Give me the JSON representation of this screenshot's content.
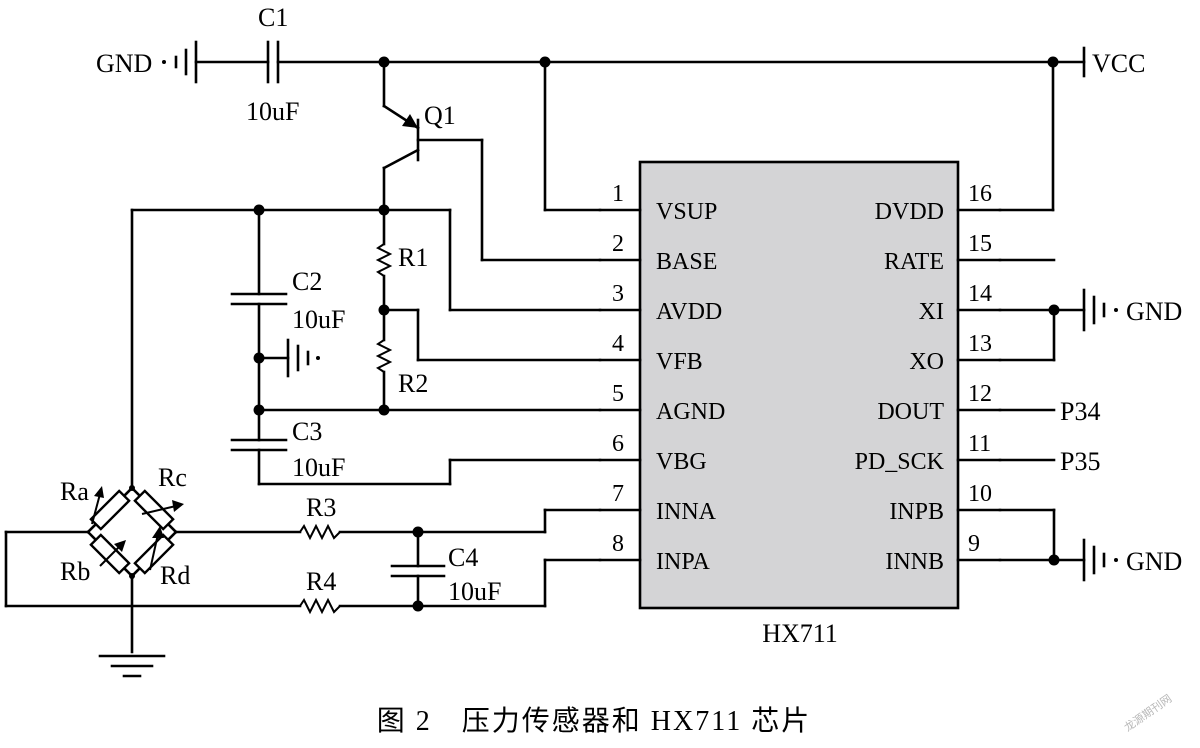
{
  "colors": {
    "chip_fill": "#d4d4d6",
    "line": "#000000",
    "watermark": "#b8b8b8"
  },
  "chip": {
    "name": "HX711",
    "left_pins": [
      {
        "num": "1",
        "name": "VSUP"
      },
      {
        "num": "2",
        "name": "BASE"
      },
      {
        "num": "3",
        "name": "AVDD"
      },
      {
        "num": "4",
        "name": "VFB"
      },
      {
        "num": "5",
        "name": "AGND"
      },
      {
        "num": "6",
        "name": "VBG"
      },
      {
        "num": "7",
        "name": "INNA"
      },
      {
        "num": "8",
        "name": "INPA"
      }
    ],
    "right_pins": [
      {
        "num": "16",
        "name": "DVDD"
      },
      {
        "num": "15",
        "name": "RATE"
      },
      {
        "num": "14",
        "name": "XI"
      },
      {
        "num": "13",
        "name": "XO"
      },
      {
        "num": "12",
        "name": "DOUT"
      },
      {
        "num": "11",
        "name": "PD_SCK"
      },
      {
        "num": "10",
        "name": "INPB"
      },
      {
        "num": "9",
        "name": "INNB"
      }
    ]
  },
  "nets": {
    "vcc": "VCC",
    "gnd_top": "GND",
    "gnd_xi": "GND",
    "gnd_innb": "GND",
    "dout": "P34",
    "pd_sck": "P35"
  },
  "components": {
    "c1": {
      "ref": "C1",
      "value": "10uF"
    },
    "c2": {
      "ref": "C2",
      "value": "10uF"
    },
    "c3": {
      "ref": "C3",
      "value": "10uF"
    },
    "c4": {
      "ref": "C4",
      "value": "10uF"
    },
    "r1": {
      "ref": "R1"
    },
    "r2": {
      "ref": "R2"
    },
    "r3": {
      "ref": "R3"
    },
    "r4": {
      "ref": "R4"
    },
    "q1": {
      "ref": "Q1"
    },
    "ra": {
      "ref": "Ra"
    },
    "rb": {
      "ref": "Rb"
    },
    "rc": {
      "ref": "Rc"
    },
    "rd": {
      "ref": "Rd"
    }
  },
  "caption": "图 2　压力传感器和 HX711 芯片",
  "watermark": "龙源期刊网"
}
